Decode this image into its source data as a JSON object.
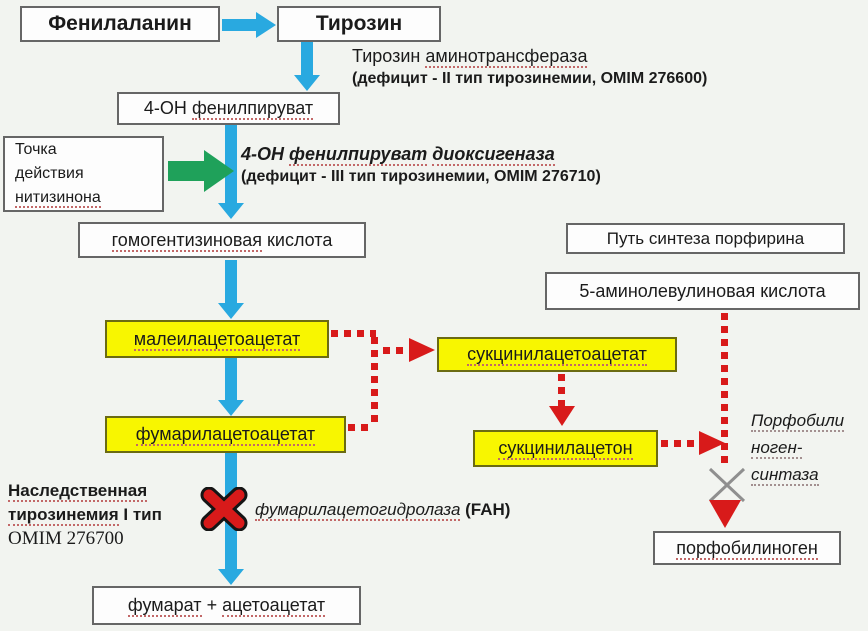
{
  "colors": {
    "background": "#f2f4f0",
    "flow_arrow_blue": "#29a9e0",
    "bypass_arrow_red": "#d81a1a",
    "nitisinone_arrow_green": "#1fa15a",
    "metabolite_highlight_yellow": "#f8f600",
    "box_border_gray": "#666666",
    "underline_dotted_red": "#c26868"
  },
  "boxes": {
    "phenylalanine": {
      "label": "Фенилаланин"
    },
    "tyrosine": {
      "label": "Тирозин"
    },
    "hydroxyphenylpyruvate": {
      "prefix": "4-ОН",
      "name": "фенилпируват"
    },
    "nitisinone_note": {
      "line1": "Точка",
      "line2": "действия",
      "line3": "нитизинона"
    },
    "homogentisic_acid": {
      "name": "гомогентизиновая",
      "suffix": "кислота"
    },
    "porphyrin_pathway": {
      "label": "Путь синтеза порфирина"
    },
    "aminolevulinic_acid": {
      "label": "5-аминолевулиновая кислота"
    },
    "maleylacetoacetate": {
      "name": "малеилацетоацетат"
    },
    "fumarylacetoacetate": {
      "name": "фумарилацетоацетат"
    },
    "succinylacetoacetate": {
      "name": "сукцинилацетоацетат"
    },
    "succinylacetone": {
      "name": "сукцинилацетон"
    },
    "porphobilinogen": {
      "name": "порфобилиноген"
    },
    "fumarate_acetoacetate": {
      "part1": "фумарат",
      "plus": "+",
      "part2": "ацетоацетат"
    }
  },
  "enzymes": {
    "tyrosine_aminotransferase": {
      "prefix": "Тирозин",
      "name": "аминотрансфераза",
      "deficit": "(дефицит - II тип тирозинемии, OMIM 276600)"
    },
    "hpp_dioxygenase": {
      "prefix": "4-ОН",
      "name_part1": "фенилпируват",
      "name_part2": "диоксигеназа",
      "deficit": "(дефицит - III тип тирозинемии, OMIM 276710)"
    },
    "fumarylacetohydrolase": {
      "name": "фумарилацетогидролаза",
      "abbr": "(FAH)"
    },
    "porphobilinogen_synthase": {
      "line1": "Порфобили",
      "line2": "ноген-",
      "line3": "синтаза"
    }
  },
  "disease": {
    "line1": "Наследственная",
    "line2_name": "тирозинемия",
    "line2_type": "I тип",
    "omim": "OMIM 276700"
  }
}
